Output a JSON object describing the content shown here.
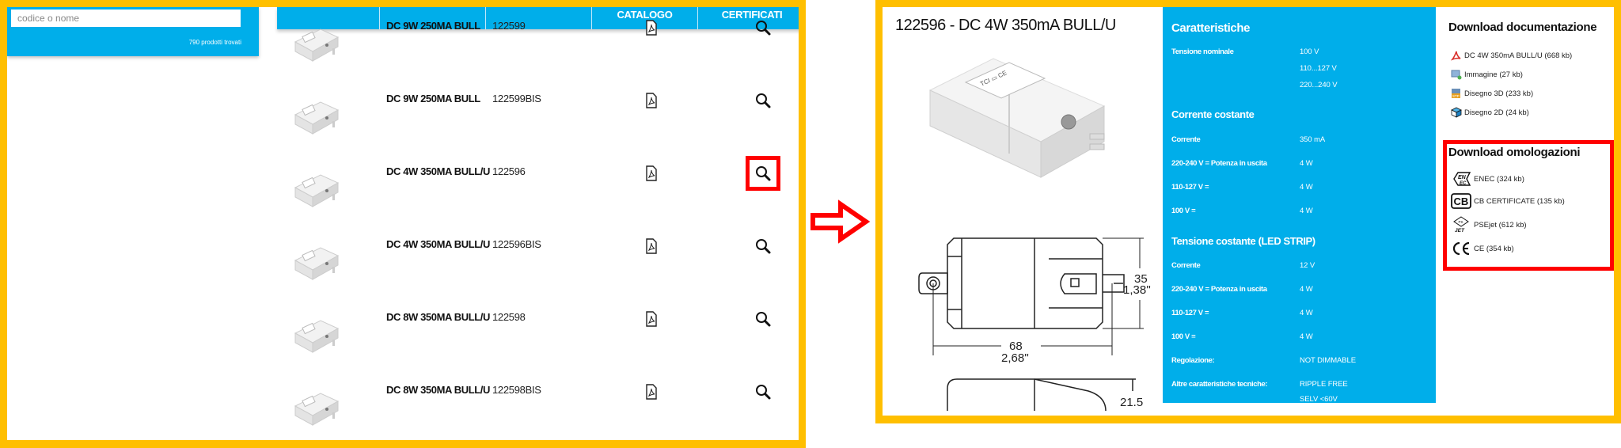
{
  "colors": {
    "frame": "#FFBF00",
    "accent_blue": "#00AEEA",
    "highlight_red": "#FF0000"
  },
  "search": {
    "placeholder": "codice o nome",
    "value": "",
    "results_count": "790 prodotti trovati"
  },
  "table": {
    "headers": [
      "",
      "",
      "",
      "CATALOGO",
      "CERTIFICATI"
    ],
    "rows": [
      {
        "name": "DC 9W 250MA BULL",
        "code": "122599",
        "catalog_icon": "pdf-icon",
        "cert_icon": "magnifier-icon"
      },
      {
        "name": "DC 9W 250MA BULL",
        "code": "122599BIS",
        "catalog_icon": "pdf-icon",
        "cert_icon": "magnifier-icon"
      },
      {
        "name": "DC 4W 350MA BULL/U",
        "code": "122596",
        "catalog_icon": "pdf-icon",
        "cert_icon": "magnifier-icon",
        "highlighted": true
      },
      {
        "name": "DC 4W 350MA BULL/U",
        "code": "122596BIS",
        "catalog_icon": "pdf-icon",
        "cert_icon": "magnifier-icon"
      },
      {
        "name": "DC 8W 350MA BULL/U",
        "code": "122598",
        "catalog_icon": "pdf-icon",
        "cert_icon": "magnifier-icon"
      },
      {
        "name": "DC 8W 350MA BULL/U",
        "code": "122598BIS",
        "catalog_icon": "pdf-icon",
        "cert_icon": "magnifier-icon"
      }
    ]
  },
  "arrow": {
    "icon": "right-arrow-icon"
  },
  "detail": {
    "title": "122596 - DC 4W 350mA BULL/U",
    "drawing": {
      "width_mm": "68",
      "width_in": "2,68''",
      "height_mm": "35",
      "height_in": "1,38''",
      "depth_mm": "21.5"
    },
    "specs": {
      "heading": "Caratteristiche",
      "tensione_nominale_label": "Tensione nominale",
      "tensione_nominale_values": [
        "100 V",
        "110...127 V",
        "220...240 V"
      ],
      "corrente_costante": {
        "heading": "Corrente costante",
        "rows": [
          {
            "label": "Corrente",
            "value": "350 mA"
          },
          {
            "label": "220-240 V = Potenza in uscita",
            "value": "4 W"
          },
          {
            "label": "110-127 V =",
            "value": "4 W"
          },
          {
            "label": "100 V =",
            "value": "4 W"
          }
        ]
      },
      "tensione_costante": {
        "heading": "Tensione costante (LED STRIP)",
        "rows": [
          {
            "label": "Corrente",
            "value": "12 V"
          },
          {
            "label": "220-240 V = Potenza in uscita",
            "value": "4 W"
          },
          {
            "label": "110-127 V =",
            "value": "4 W"
          },
          {
            "label": "100 V =",
            "value": "4 W"
          },
          {
            "label": "Regolazione:",
            "value": "NOT DIMMABLE"
          },
          {
            "label": "Altre caratteristiche tecniche:",
            "value": "RIPPLE FREE"
          },
          {
            "label": "",
            "value": "SELV <60V"
          }
        ]
      }
    },
    "documentation": {
      "title": "Download documentazione",
      "items": [
        {
          "icon": "pdf-icon",
          "label": "DC 4W 350mA BULL/U (668 kb)"
        },
        {
          "icon": "image-icon",
          "label": "Immagine (27 kb)"
        },
        {
          "icon": "stp-3d-icon",
          "label": "Disegno 3D (233 kb)"
        },
        {
          "icon": "cube-2d-icon",
          "label": "Disegno 2D (24 kb)"
        }
      ]
    },
    "homologations": {
      "title": "Download omologazioni",
      "items": [
        {
          "icon": "enec-icon",
          "label": "ENEC (324 kb)"
        },
        {
          "icon": "cb-icon",
          "label": "CB CERTIFICATE (135 kb)"
        },
        {
          "icon": "psejet-icon",
          "label": "PSEjet (612 kb)"
        },
        {
          "icon": "ce-icon",
          "label": "CE (354 kb)"
        }
      ]
    }
  }
}
